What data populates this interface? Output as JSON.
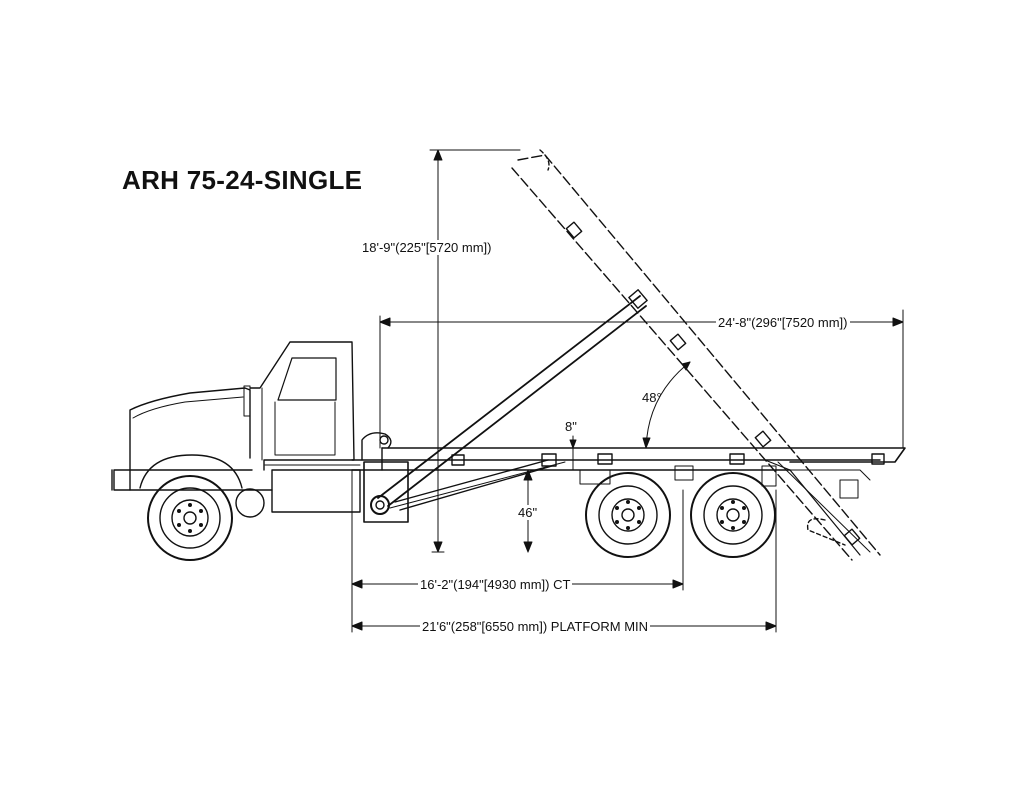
{
  "title": "ARH 75-24-SINGLE",
  "dimensions": {
    "height": "18'-9\"(225\"[5720 mm])",
    "length": "24'-8\"(296\"[7520 mm])",
    "angle": "48°",
    "offset": "8\"",
    "frame_height": "46\"",
    "ct": "16'-2\"(194\"[4930 mm]) CT",
    "platform": "21'6\"(258\"[6550 mm]) PLATFORM MIN"
  }
}
